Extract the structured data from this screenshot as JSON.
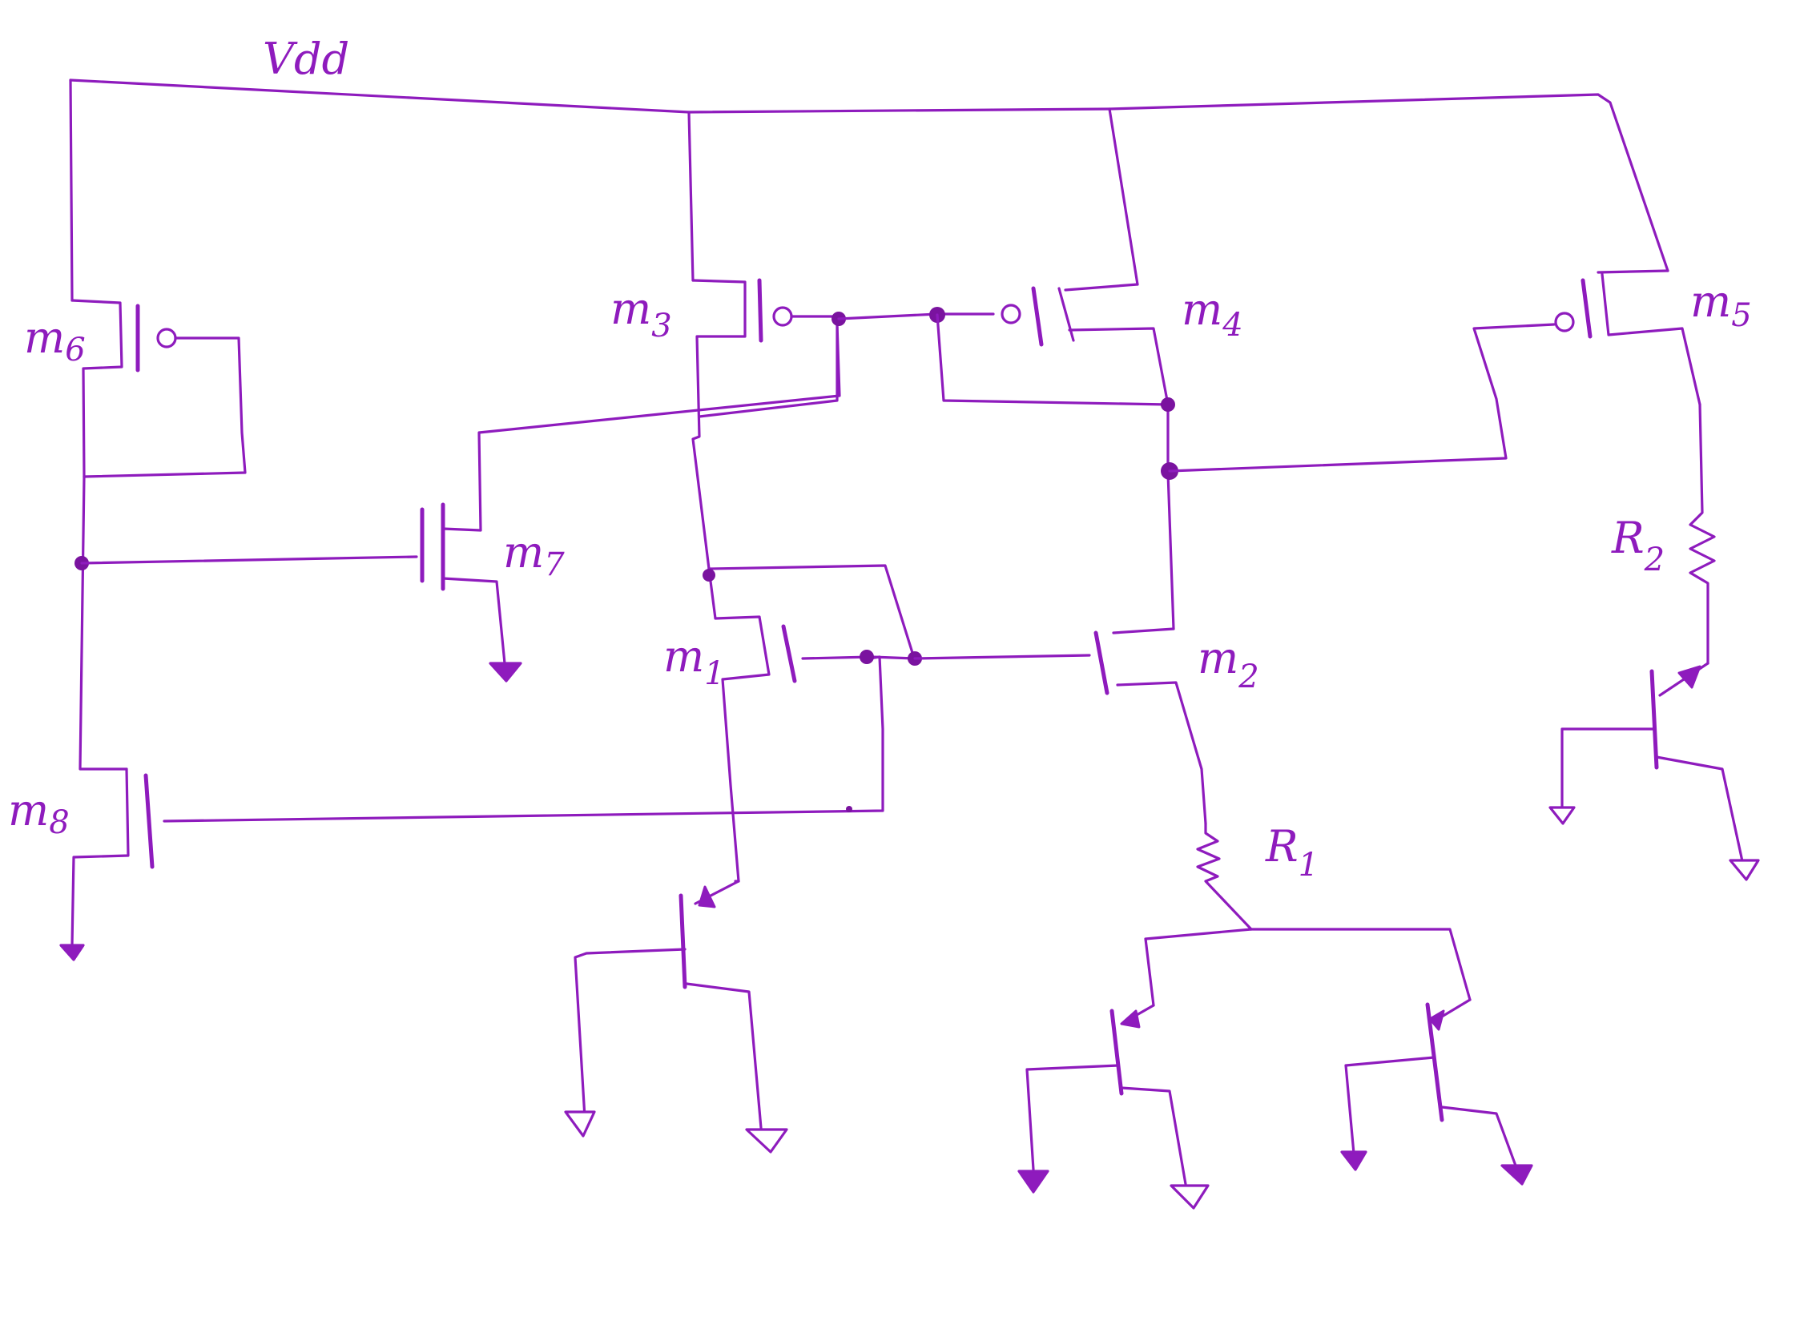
{
  "diagram": {
    "supply_label": "Vdd",
    "ink_color": "#8e1bbd",
    "labels": {
      "m1": {
        "main": "m",
        "sub": "1"
      },
      "m2": {
        "main": "m",
        "sub": "2"
      },
      "m3": {
        "main": "m",
        "sub": "3"
      },
      "m4": {
        "main": "m",
        "sub": "4"
      },
      "m5": {
        "main": "m",
        "sub": "5"
      },
      "m6": {
        "main": "m",
        "sub": "6"
      },
      "m7": {
        "main": "m",
        "sub": "7"
      },
      "m8": {
        "main": "m",
        "sub": "8"
      },
      "r1": {
        "main": "R",
        "sub": "1"
      },
      "r2": {
        "main": "R",
        "sub": "2"
      }
    }
  }
}
